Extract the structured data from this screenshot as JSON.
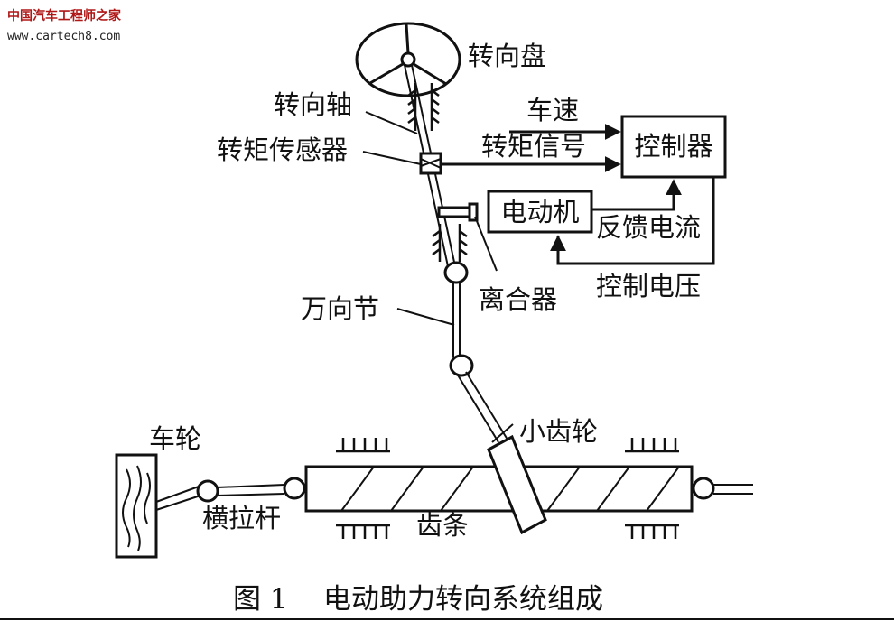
{
  "watermark": {
    "brand": "中国汽车工程师之家",
    "url": "www.cartech8.com"
  },
  "labels": {
    "steering_wheel": "转向盘",
    "steering_shaft": "转向轴",
    "torque_sensor": "转矩传感器",
    "vehicle_speed": "车速",
    "torque_signal": "转矩信号",
    "controller": "控制器",
    "motor": "电动机",
    "feedback_current": "反馈电流",
    "control_voltage": "控制电压",
    "clutch": "离合器",
    "universal_joint": "万向节",
    "pinion": "小齿轮",
    "wheel": "车轮",
    "tie_rod": "横拉杆",
    "rack": "齿条"
  },
  "caption": {
    "figure_number": "图 1",
    "title": "电动助力转向系统组成"
  }
}
